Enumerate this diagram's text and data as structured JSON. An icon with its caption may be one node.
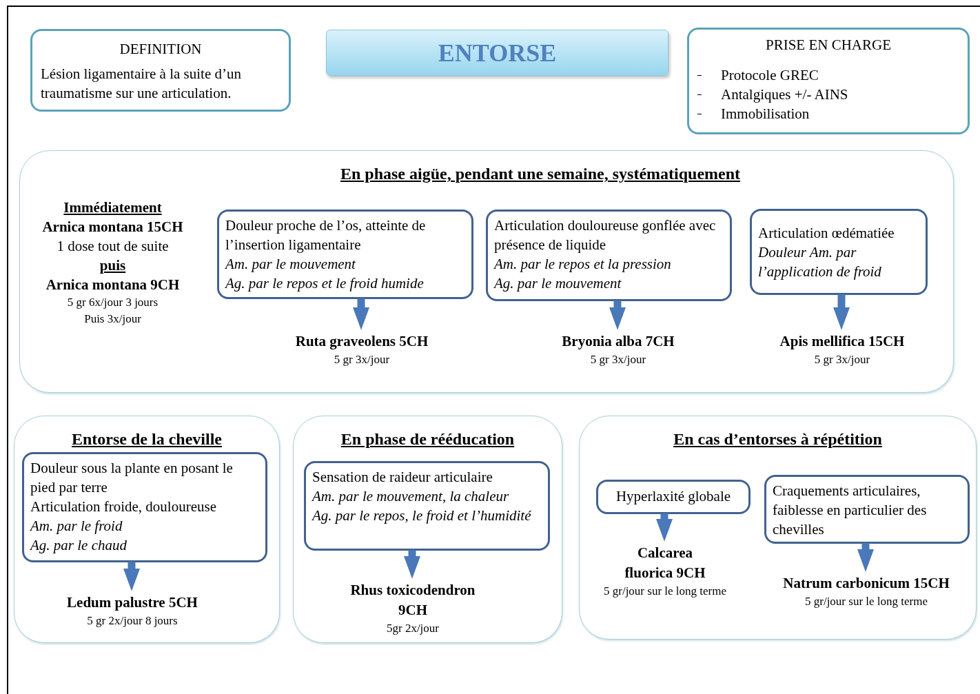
{
  "diagram": {
    "nodes": [
      {
        "text": [
          "DEFINITION",
          "Lésion ligamentaire à la suite d’un traumatisme sur une articulation."
        ]
      },
      {
        "text": [
          "ENTORSE"
        ]
      },
      {
        "text": [
          "PRISE EN CHARGE",
          "Protocole GREC",
          "Antalgiques +/- AINS",
          "Immobilisation"
        ]
      },
      {
        "text": [
          "En phase aigüe, pendant une semaine, systématiquement"
        ]
      },
      {
        "text": [
          "Douleur proche de l’os, atteinte de l’insertion ligamentaire",
          "Am. par le mouvement",
          "Ag. par le repos et le froid humide"
        ],
        "in": 3
      },
      {
        "text": [
          "Ruta graveolens 5CH",
          "5 gr 3x/jour"
        ],
        "in": 3
      },
      {
        "text": [
          "Articulation douloureuse gonflée avec présence de liquide",
          "Am. par le repos et la pression",
          "Ag. par le mouvement"
        ],
        "in": 3
      },
      {
        "text": [
          "Bryonia alba 7CH",
          "5 gr 3x/jour"
        ],
        "in": 3
      },
      {
        "text": [
          "Articulation œdématiée",
          "Douleur Am. par l’application de froid"
        ],
        "in": 3
      },
      {
        "text": [
          "Apis mellifica 15CH",
          "5 gr 3x/jour"
        ],
        "in": 3
      },
      {
        "text": [
          "Entorse de la cheville"
        ]
      },
      {
        "text": [
          "Douleur sous la plante en posant le pied par terre",
          "Articulation froide, douloureuse",
          "Am. par le froid",
          "Ag. par le chaud"
        ],
        "in": 10
      },
      {
        "text": [
          "Ledum palustre 5CH",
          "5 gr 2x/jour 8 jours"
        ],
        "in": 10
      },
      {
        "text": [
          "En phase de rééducation"
        ]
      },
      {
        "text": [
          "Sensation de raideur articulaire",
          "Am. par le mouvement, la chaleur",
          "Ag. par le repos, le froid et l’humidité"
        ],
        "in": 13
      },
      {
        "text": [
          "Rhus toxicodendron 9CH",
          "5gr 2x/jour"
        ],
        "in": 13
      },
      {
        "text": [
          "En cas d’entorses à répétition"
        ]
      },
      {
        "text": [
          "Hyperlaxité globale"
        ],
        "in": 16
      },
      {
        "text": [
          "Calcarea fluorica 9CH",
          "5 gr/jour sur le long terme"
        ],
        "in": 16
      },
      {
        "text": [
          "Craquements articulaires, faiblesse en particulier des chevilles"
        ],
        "in": 16
      },
      {
        "text": [
          "Natrum carbonicum 15CH",
          "5 gr/jour sur le long terme"
        ],
        "in": 16
      }
    ],
    "edges": [
      {
        "from": 4,
        "to": 5,
        "arrow": "to"
      },
      {
        "from": 6,
        "to": 7,
        "arrow": "to"
      },
      {
        "from": 8,
        "to": 9,
        "arrow": "to"
      },
      {
        "from": 11,
        "to": 12,
        "arrow": "to"
      },
      {
        "from": 14,
        "to": 15,
        "arrow": "to"
      },
      {
        "from": 17,
        "to": 18,
        "arrow": "to"
      },
      {
        "from": 19,
        "to": 20,
        "arrow": "to"
      }
    ],
    "labels": [
      "Immédiatement",
      "Arnica montana 15CH",
      "1 dose tout de suite",
      "puis",
      "Arnica montana 9CH",
      "5 gr 6x/jour 3 jours",
      "Puis 3x/jour"
    ]
  }
}
